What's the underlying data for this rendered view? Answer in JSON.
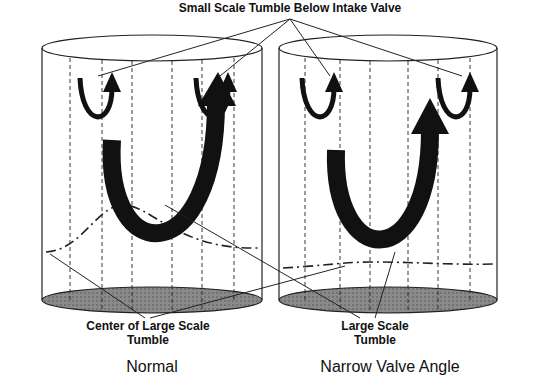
{
  "diagram": {
    "labels": [
      "Small Scale Tumble Below Intake Valve",
      "Center of Large Scale Tumble",
      "Large Scale Tumble",
      "Normal",
      "Narrow Valve Angle"
    ]
  }
}
